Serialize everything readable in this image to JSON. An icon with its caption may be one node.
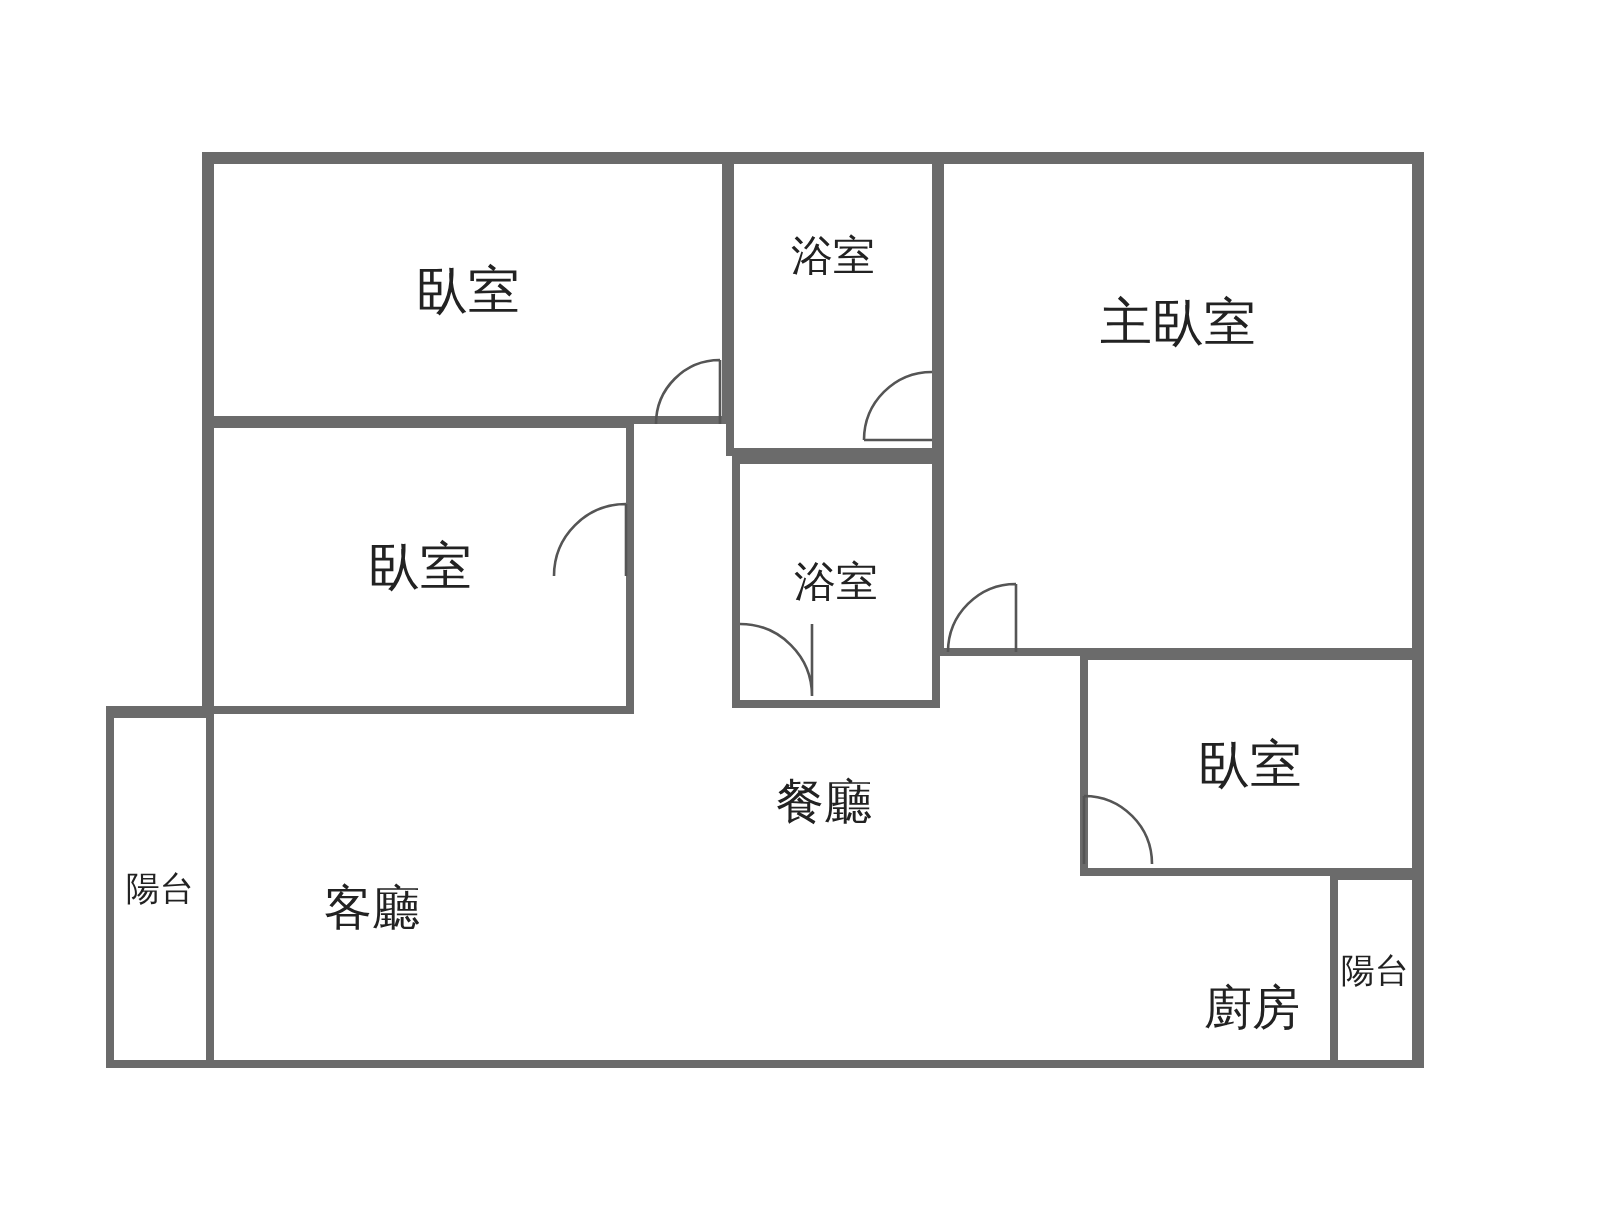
{
  "diagram": {
    "nodes": [
      {
        "text": [
          "臥室"
        ]
      },
      {
        "text": [
          "浴室"
        ]
      },
      {
        "text": [
          "主臥室"
        ]
      },
      {
        "text": [
          "臥室"
        ]
      },
      {
        "text": [
          "浴室"
        ]
      },
      {
        "text": [
          "陽台"
        ]
      },
      {
        "text": [
          "臥室"
        ]
      },
      {
        "text": [
          "陽台"
        ]
      }
    ],
    "labels": [
      "餐廳",
      "客廳",
      "廚房"
    ]
  }
}
